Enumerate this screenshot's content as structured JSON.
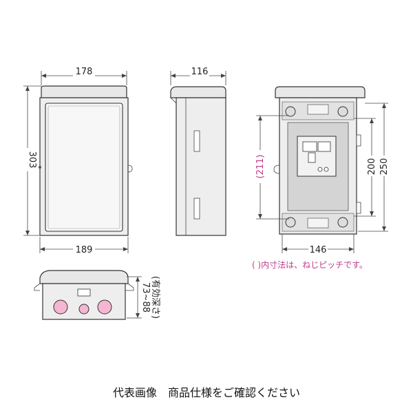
{
  "front_view": {
    "width_top": "178",
    "height": "303",
    "width_bottom": "189"
  },
  "side_view": {
    "depth": "116"
  },
  "inner_view": {
    "pitch_height": "(211)",
    "inner_height_1": "200",
    "inner_height_2": "250",
    "pitch_width": "146"
  },
  "note": "( )内寸法は、ねじピッチです。",
  "bottom_view": {
    "depth_label": "73~88",
    "depth_note": "(有効深さ)"
  },
  "caption": "代表画像　商品仕様をご確認ください",
  "colors": {
    "knockout_pink": "#f4b6d2",
    "dimension_pink": "#c03a8a",
    "panel_gray": "#d4d4d4"
  }
}
